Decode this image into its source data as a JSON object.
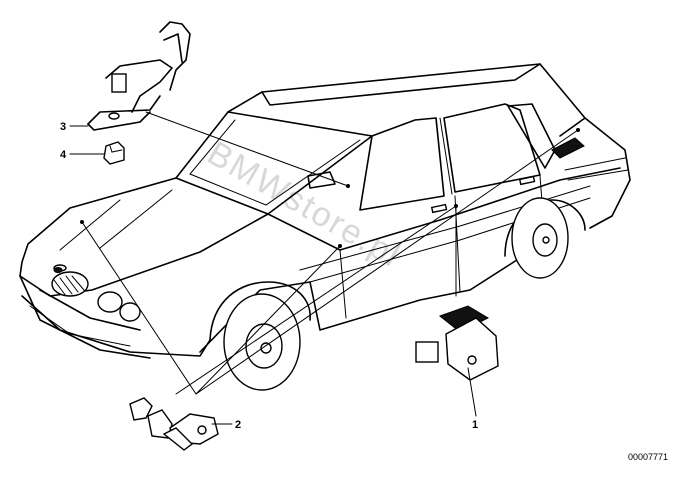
{
  "callouts": [
    {
      "id": "1",
      "label": "1"
    },
    {
      "id": "2",
      "label": "2"
    },
    {
      "id": "3",
      "label": "3"
    },
    {
      "id": "4",
      "label": "4"
    }
  ],
  "watermark": "BMWstore.pl",
  "catalog_number": "00007771"
}
